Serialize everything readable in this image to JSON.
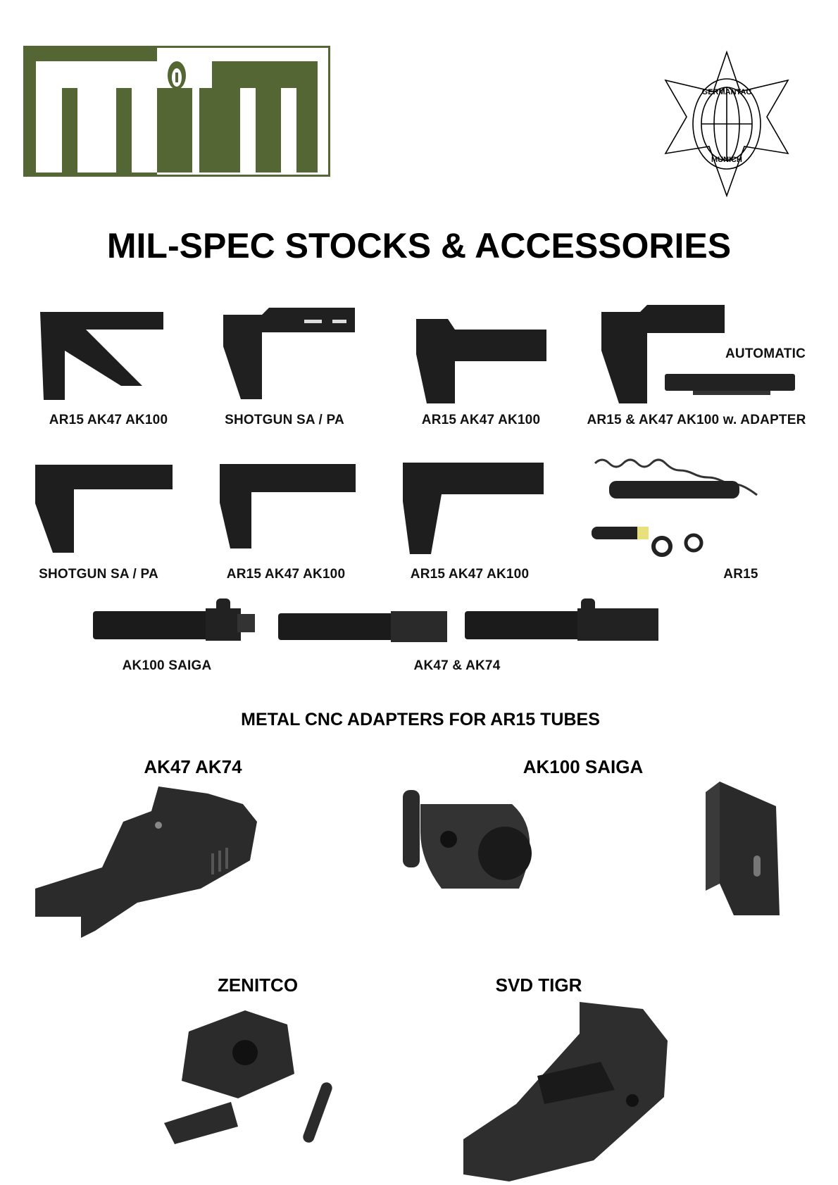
{
  "brand": {
    "logo_text": "MIM",
    "emblem_text": [
      "GERMANTAC",
      "MUNICH"
    ],
    "logo_color": "#556635"
  },
  "title": "MIL-SPEC STOCKS & ACCESSORIES",
  "stocks_row1": [
    {
      "label": "AR15  AK47  AK100"
    },
    {
      "label": "SHOTGUN SA / PA"
    },
    {
      "label": "AR15  AK47  AK100"
    },
    {
      "label": "AR15 & AK47 AK100 w. ADAPTER"
    }
  ],
  "automatic_label": "AUTOMATIC",
  "stocks_row2": [
    {
      "label": "SHOTGUN SA / PA"
    },
    {
      "label": "AR15  AK47  AK100"
    },
    {
      "label": "AR15  AK47  AK100"
    },
    {
      "label": "AR15"
    }
  ],
  "tubes": [
    {
      "label": "AK100 SAIGA"
    },
    {
      "label": "AK47  &  AK74"
    }
  ],
  "adapters_heading": "METAL CNC ADAPTERS FOR AR15 TUBES",
  "adapters": [
    {
      "label": "AK47  AK74"
    },
    {
      "label": "AK100  SAIGA"
    },
    {
      "label": "ZENITCO"
    },
    {
      "label": "SVD  TIGR"
    }
  ]
}
